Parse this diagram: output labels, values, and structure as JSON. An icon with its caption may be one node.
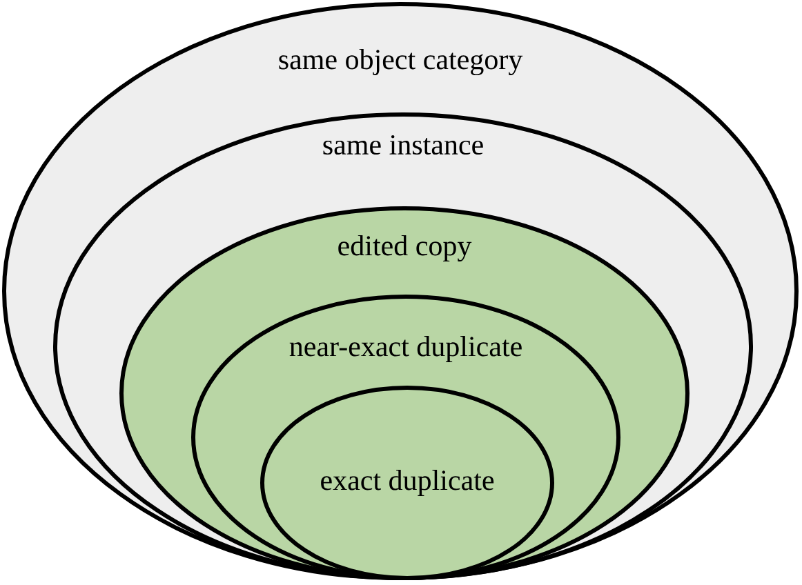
{
  "diagram": {
    "nodes": [
      {
        "text": [
          "same object category"
        ]
      },
      {
        "text": [
          "same instance"
        ],
        "in": 0
      },
      {
        "text": [
          "edited copy"
        ],
        "in": 1
      },
      {
        "text": [
          "near-exact duplicate"
        ],
        "in": 2
      },
      {
        "text": [
          "exact duplicate"
        ],
        "in": 3
      }
    ]
  }
}
